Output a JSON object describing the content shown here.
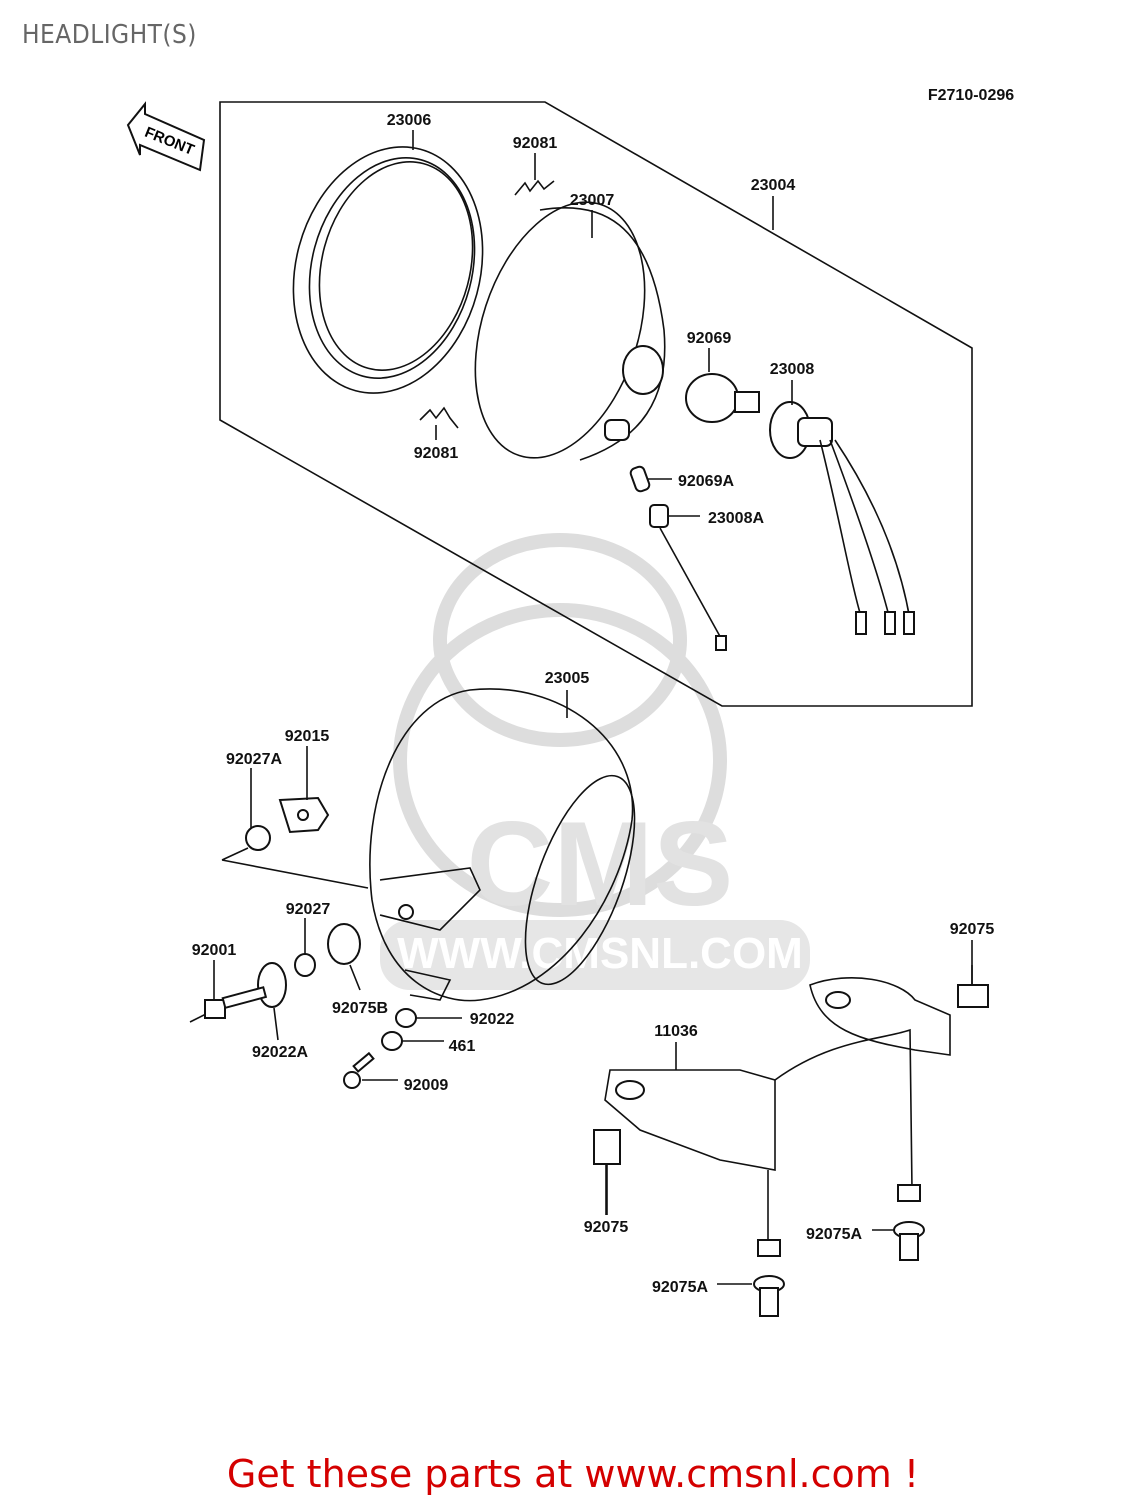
{
  "page_title": "HEADLIGHT(S)",
  "diagram_code": "F2710-0296",
  "front_marker": "FRONT",
  "watermark": "CMS WWW.CMSNL.COM",
  "part_labels": {
    "ring_rim": "23006",
    "spring_top": "92081",
    "reflector": "23007",
    "headlamp_unit": "23004",
    "bulb": "92069",
    "socket": "23008",
    "spring_bottom": "92081",
    "pilot_bulb": "92069A",
    "pilot_socket": "23008A",
    "housing": "23005",
    "bracket_plate": "92015",
    "collar_a": "92027A",
    "collar": "92027",
    "bolt": "92001",
    "damper_b": "92075B",
    "washer": "92022",
    "washer_a": "92022A",
    "nut": "461",
    "screw": "92009",
    "damper_right": "92075",
    "stay": "11036",
    "damper_left": "92075",
    "damper_a_right": "92075A",
    "damper_a_bottom": "92075A"
  },
  "footer_text": "Get these parts at www.cmsnl.com !",
  "colors": {
    "footer": "#d40000",
    "title": "#666666"
  }
}
